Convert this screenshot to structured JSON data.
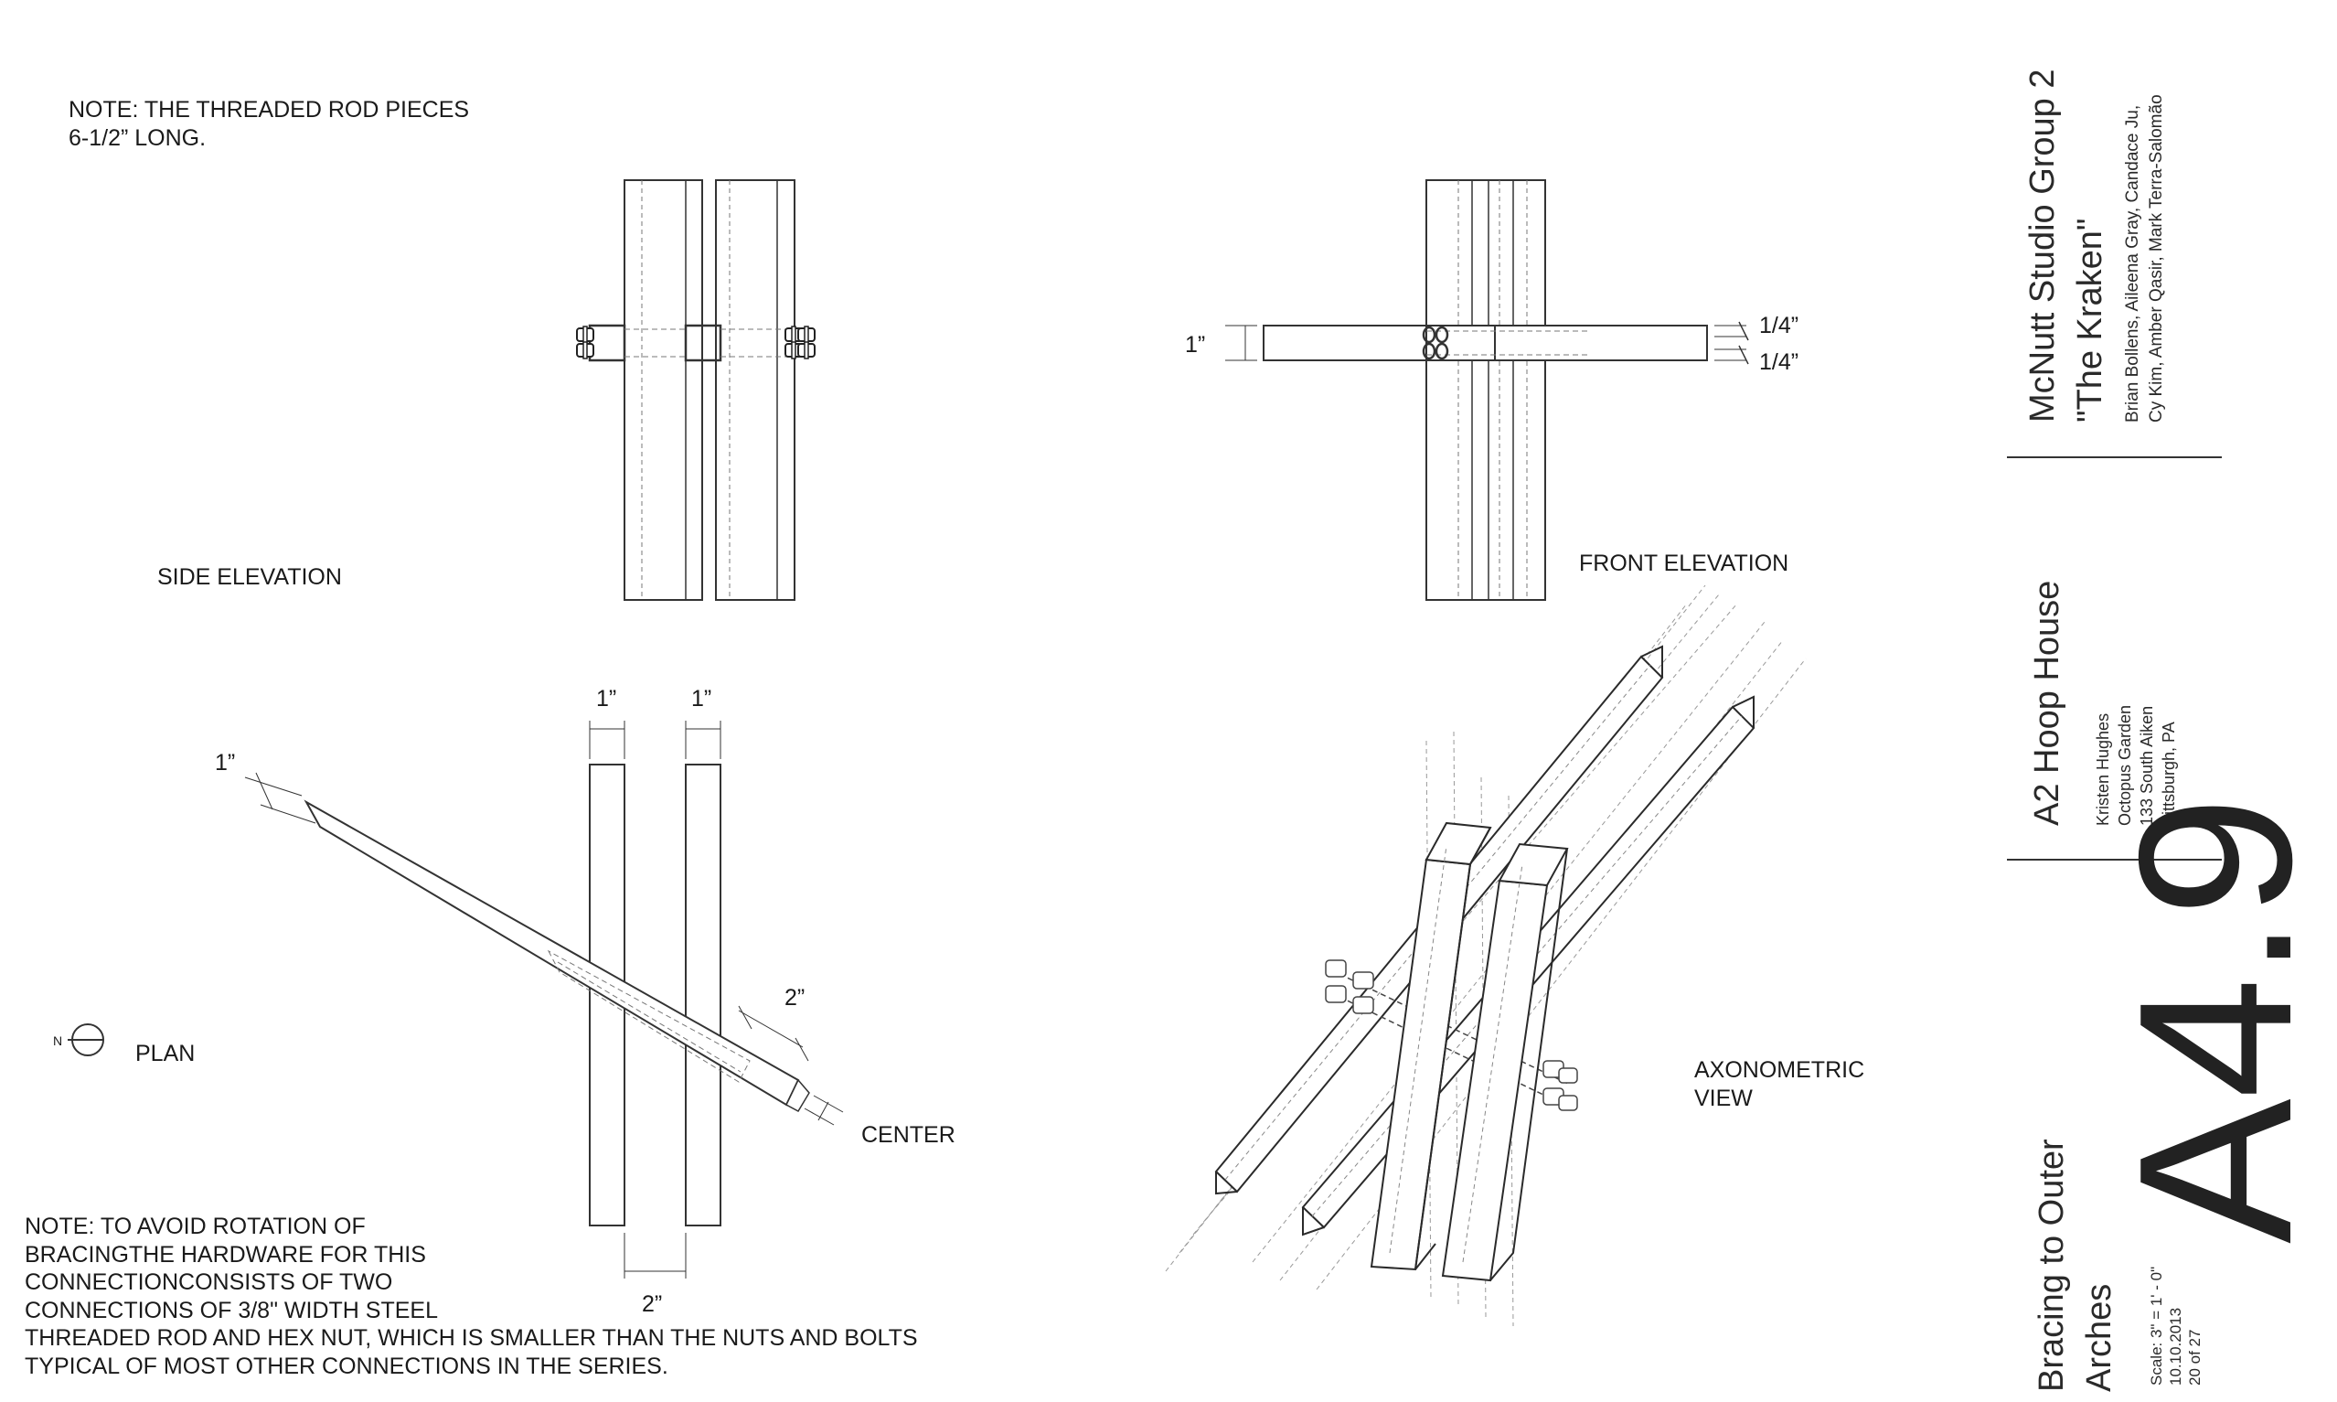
{
  "notes": {
    "rod": [
      "NOTE: THE THREADED ROD PIECES",
      "6-1/2” LONG."
    ],
    "rotation": [
      "NOTE: TO AVOID ROTATION OF",
      "BRACINGTHE HARDWARE FOR THIS",
      "CONNECTIONCONSISTS OF TWO",
      "CONNECTIONS OF 3/8\" WIDTH STEEL",
      "THREADED ROD AND HEX NUT, WHICH IS SMALLER THAN THE NUTS AND BOLTS",
      "TYPICAL OF MOST OTHER CONNECTIONS IN THE SERIES."
    ]
  },
  "views": {
    "side": "SIDE ELEVATION",
    "front": "FRONT ELEVATION",
    "plan": "PLAN",
    "axon": [
      "AXONOMETRIC",
      "VIEW"
    ]
  },
  "dims": {
    "one": "1”",
    "two": "2”",
    "quarter": "1/4”",
    "center": "CENTER",
    "north": "N"
  },
  "title_block": {
    "studio": "McNutt Studio Group 2",
    "project_name": "\"The Kraken\"",
    "team": [
      "Brian Bollens, Aileena Gray, Candace Ju,",
      "Cy Kim, Amber Qasir, Mark Terra-Salomão"
    ],
    "project": "A2 Hoop House",
    "client": [
      "Kristen Hughes",
      "Octopus Garden",
      "133 South Aiken",
      "Pittsburgh, PA"
    ],
    "sheet_title": [
      "Bracing to Outer",
      "Arches"
    ],
    "sheet_info": [
      "Scale: 3\" = 1' - 0\"",
      "10.10.2013",
      "20 of 27"
    ],
    "sheet_number": "A4.9"
  }
}
